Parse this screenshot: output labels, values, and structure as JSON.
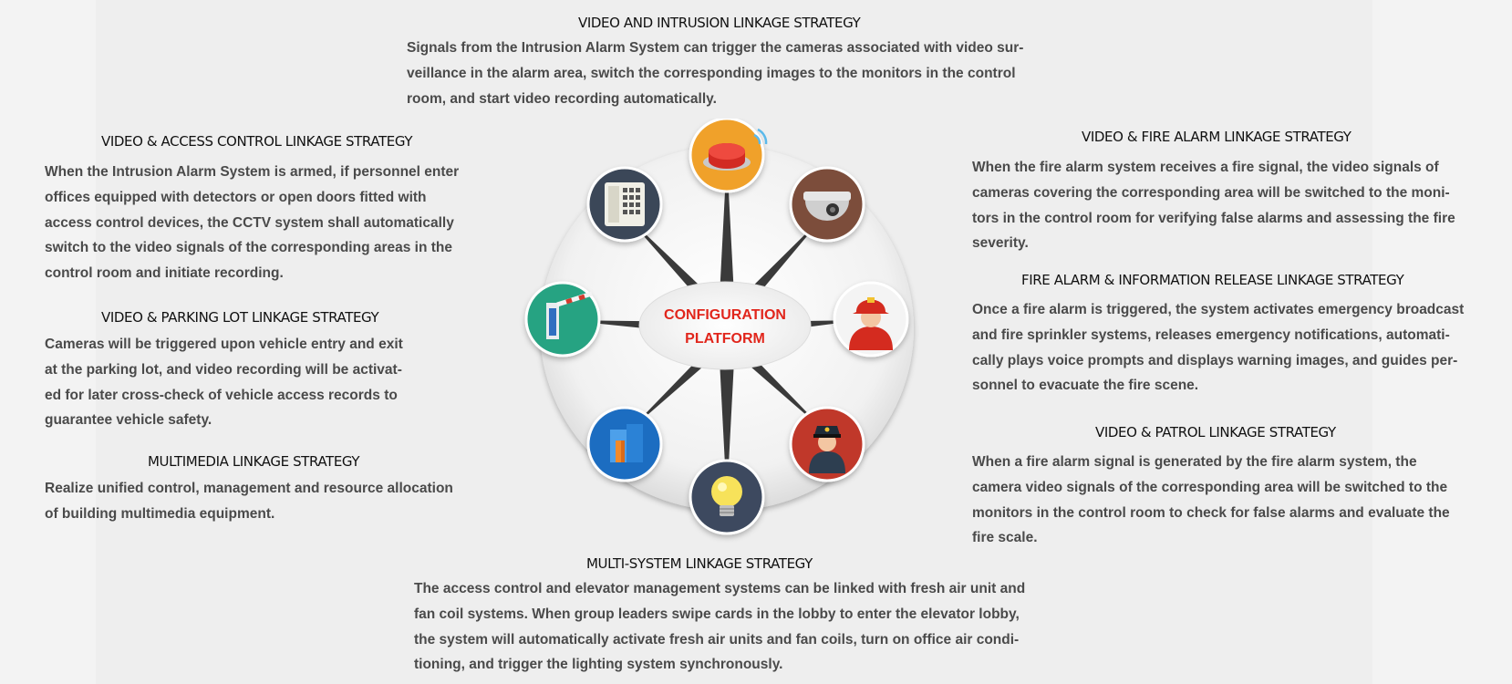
{
  "top": {
    "title": "VIDEO AND INTRUSION LINKAGE STRATEGY",
    "lines": [
      "Signals from the Intrusion Alarm System can trigger the cameras associated with video sur-",
      "veillance in the alarm area, switch the corresponding images to the monitors in the control",
      "room, and start video recording automatically."
    ]
  },
  "access": {
    "title": "VIDEO & ACCESS CONTROL LINKAGE STRATEGY",
    "lines": [
      "When the Intrusion Alarm System is armed, if personnel enter",
      "offices equipped with detectors or open doors fitted with",
      "access control devices, the CCTV system shall automatically",
      "switch to the video signals of the corresponding areas in the",
      "control room and initiate recording."
    ]
  },
  "parking": {
    "title": "VIDEO & PARKING LOT LINKAGE STRATEGY",
    "lines": [
      "Cameras will be triggered upon vehicle entry and exit",
      "at the parking lot, and video recording will be activat-",
      "ed for later cross-check of vehicle access records to",
      "guarantee vehicle safety."
    ]
  },
  "multimedia": {
    "title": "MULTIMEDIA LINKAGE STRATEGY",
    "lines": [
      "Realize unified control, management and resource allocation",
      "of building multimedia equipment."
    ]
  },
  "fire": {
    "title": "VIDEO & FIRE ALARM LINKAGE STRATEGY",
    "lines": [
      "When the fire alarm system receives a fire signal, the video signals of",
      "cameras covering the corresponding area will be switched to the moni-",
      "tors in the control room for verifying false alarms and assessing the fire",
      "severity."
    ]
  },
  "info": {
    "title": "FIRE ALARM & INFORMATION RELEASE LINKAGE STRATEGY",
    "lines": [
      "Once a fire alarm is triggered, the system activates emergency broadcast",
      "and fire sprinkler systems, releases emergency notifications, automati-",
      "cally plays voice prompts and displays warning images, and guides per-",
      "sonnel to evacuate the fire scene."
    ]
  },
  "patrol": {
    "title": "VIDEO & PATROL LINKAGE STRATEGY",
    "lines": [
      "When a fire alarm signal is generated by the fire alarm system, the",
      "camera video signals of the corresponding area will be switched to the",
      "monitors in the control room to check for false alarms and evaluate the",
      "fire scale."
    ]
  },
  "multisystem": {
    "title": "MULTI-SYSTEM LINKAGE STRATEGY",
    "lines": [
      "The access control and elevator management systems can be linked with fresh air unit and",
      "fan coil systems. When group leaders swipe cards in the lobby to enter the elevator lobby,",
      "the system will automatically activate fresh air units and fan coils, turn on office air condi-",
      "tioning, and trigger the lighting system synchronously."
    ]
  },
  "diagram": {
    "center_line1": "CONFIGURATION",
    "center_line2": "PLATFORM",
    "center_color": "#e1261c",
    "nodes": [
      {
        "icon": "alarm-button-icon",
        "color": "#f0a12a"
      },
      {
        "icon": "dome-camera-icon",
        "color": "#7b4e3b"
      },
      {
        "icon": "firefighter-icon",
        "color": "#f4f4f4"
      },
      {
        "icon": "security-guard-icon",
        "color": "#c0392b"
      },
      {
        "icon": "light-bulb-icon",
        "color": "#3c4a5e"
      },
      {
        "icon": "building-icon",
        "color": "#1f6dc1"
      },
      {
        "icon": "parking-barrier-icon",
        "color": "#27a382"
      },
      {
        "icon": "access-keypad-icon",
        "color": "#3b4658"
      }
    ]
  }
}
